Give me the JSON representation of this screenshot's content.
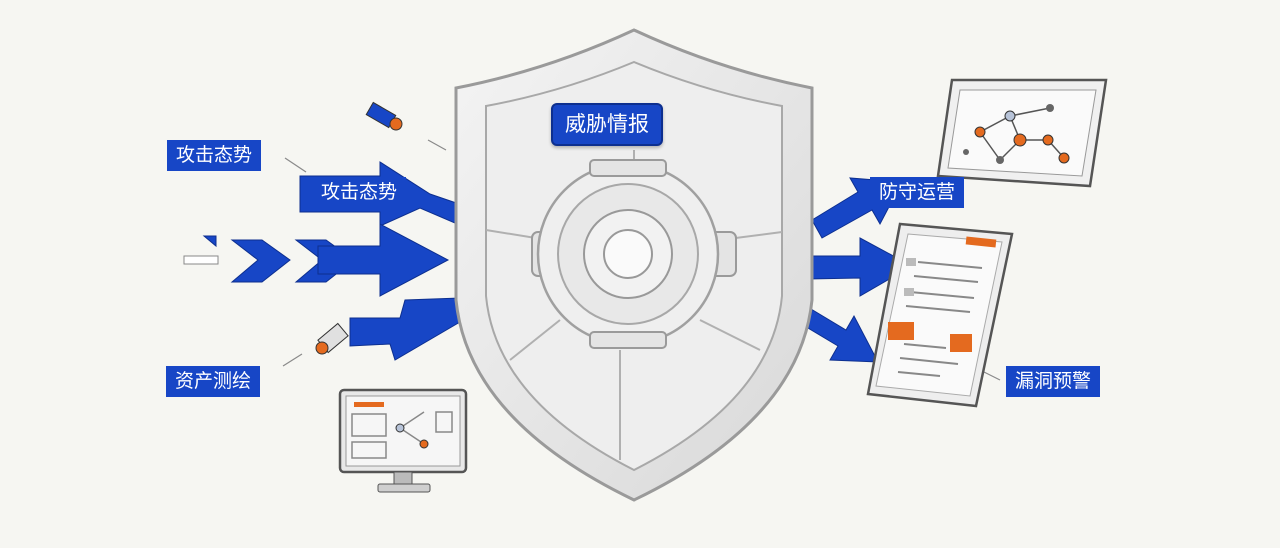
{
  "center": {
    "label": "威胁情报"
  },
  "labels": {
    "left_top": "攻击态势",
    "left_arrow": "攻击态势",
    "left_bottom": "资产测绘",
    "right_top": "防守运营",
    "right_bottom": "漏洞预警"
  },
  "colors": {
    "accent_blue": "#1746c6",
    "accent_orange": "#e46a1f",
    "shield_gray": "#e6e6e6",
    "background": "#f6f6f2"
  },
  "icons": [
    "shield-icon",
    "vault-dial-icon",
    "network-graph-icon",
    "document-icon",
    "monitor-icon",
    "flashlight-icon"
  ]
}
